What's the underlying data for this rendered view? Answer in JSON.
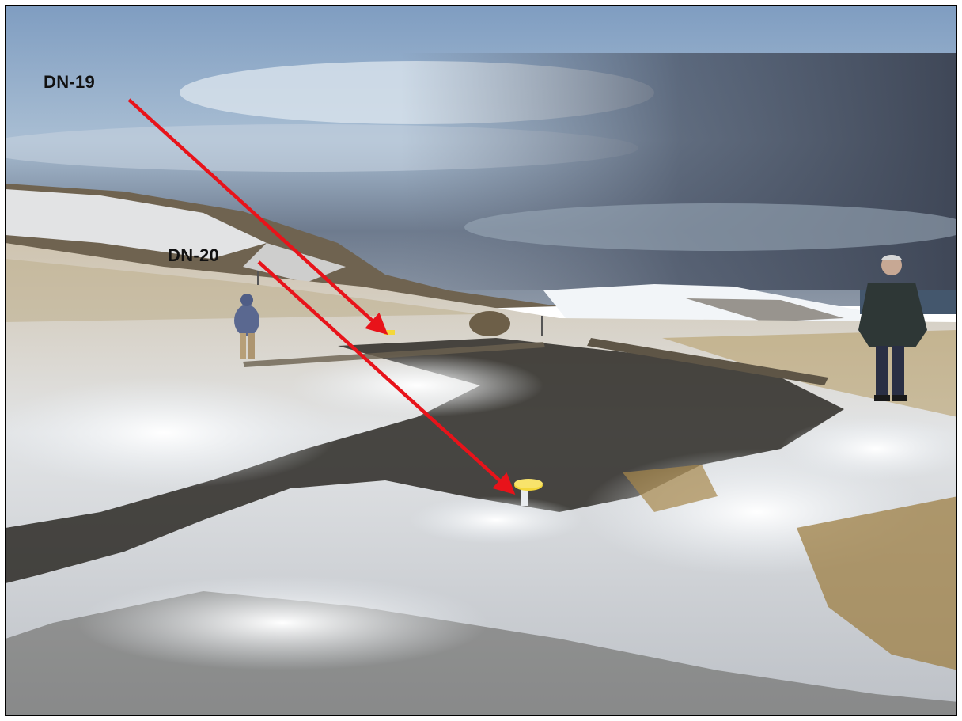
{
  "photo": {
    "markers": [
      {
        "id": "dn19",
        "label": "DN-19"
      },
      {
        "id": "dn20",
        "label": "DN-20"
      }
    ],
    "arrow_color": "#e8131a",
    "marker_cap_color": "#f4d73a"
  }
}
